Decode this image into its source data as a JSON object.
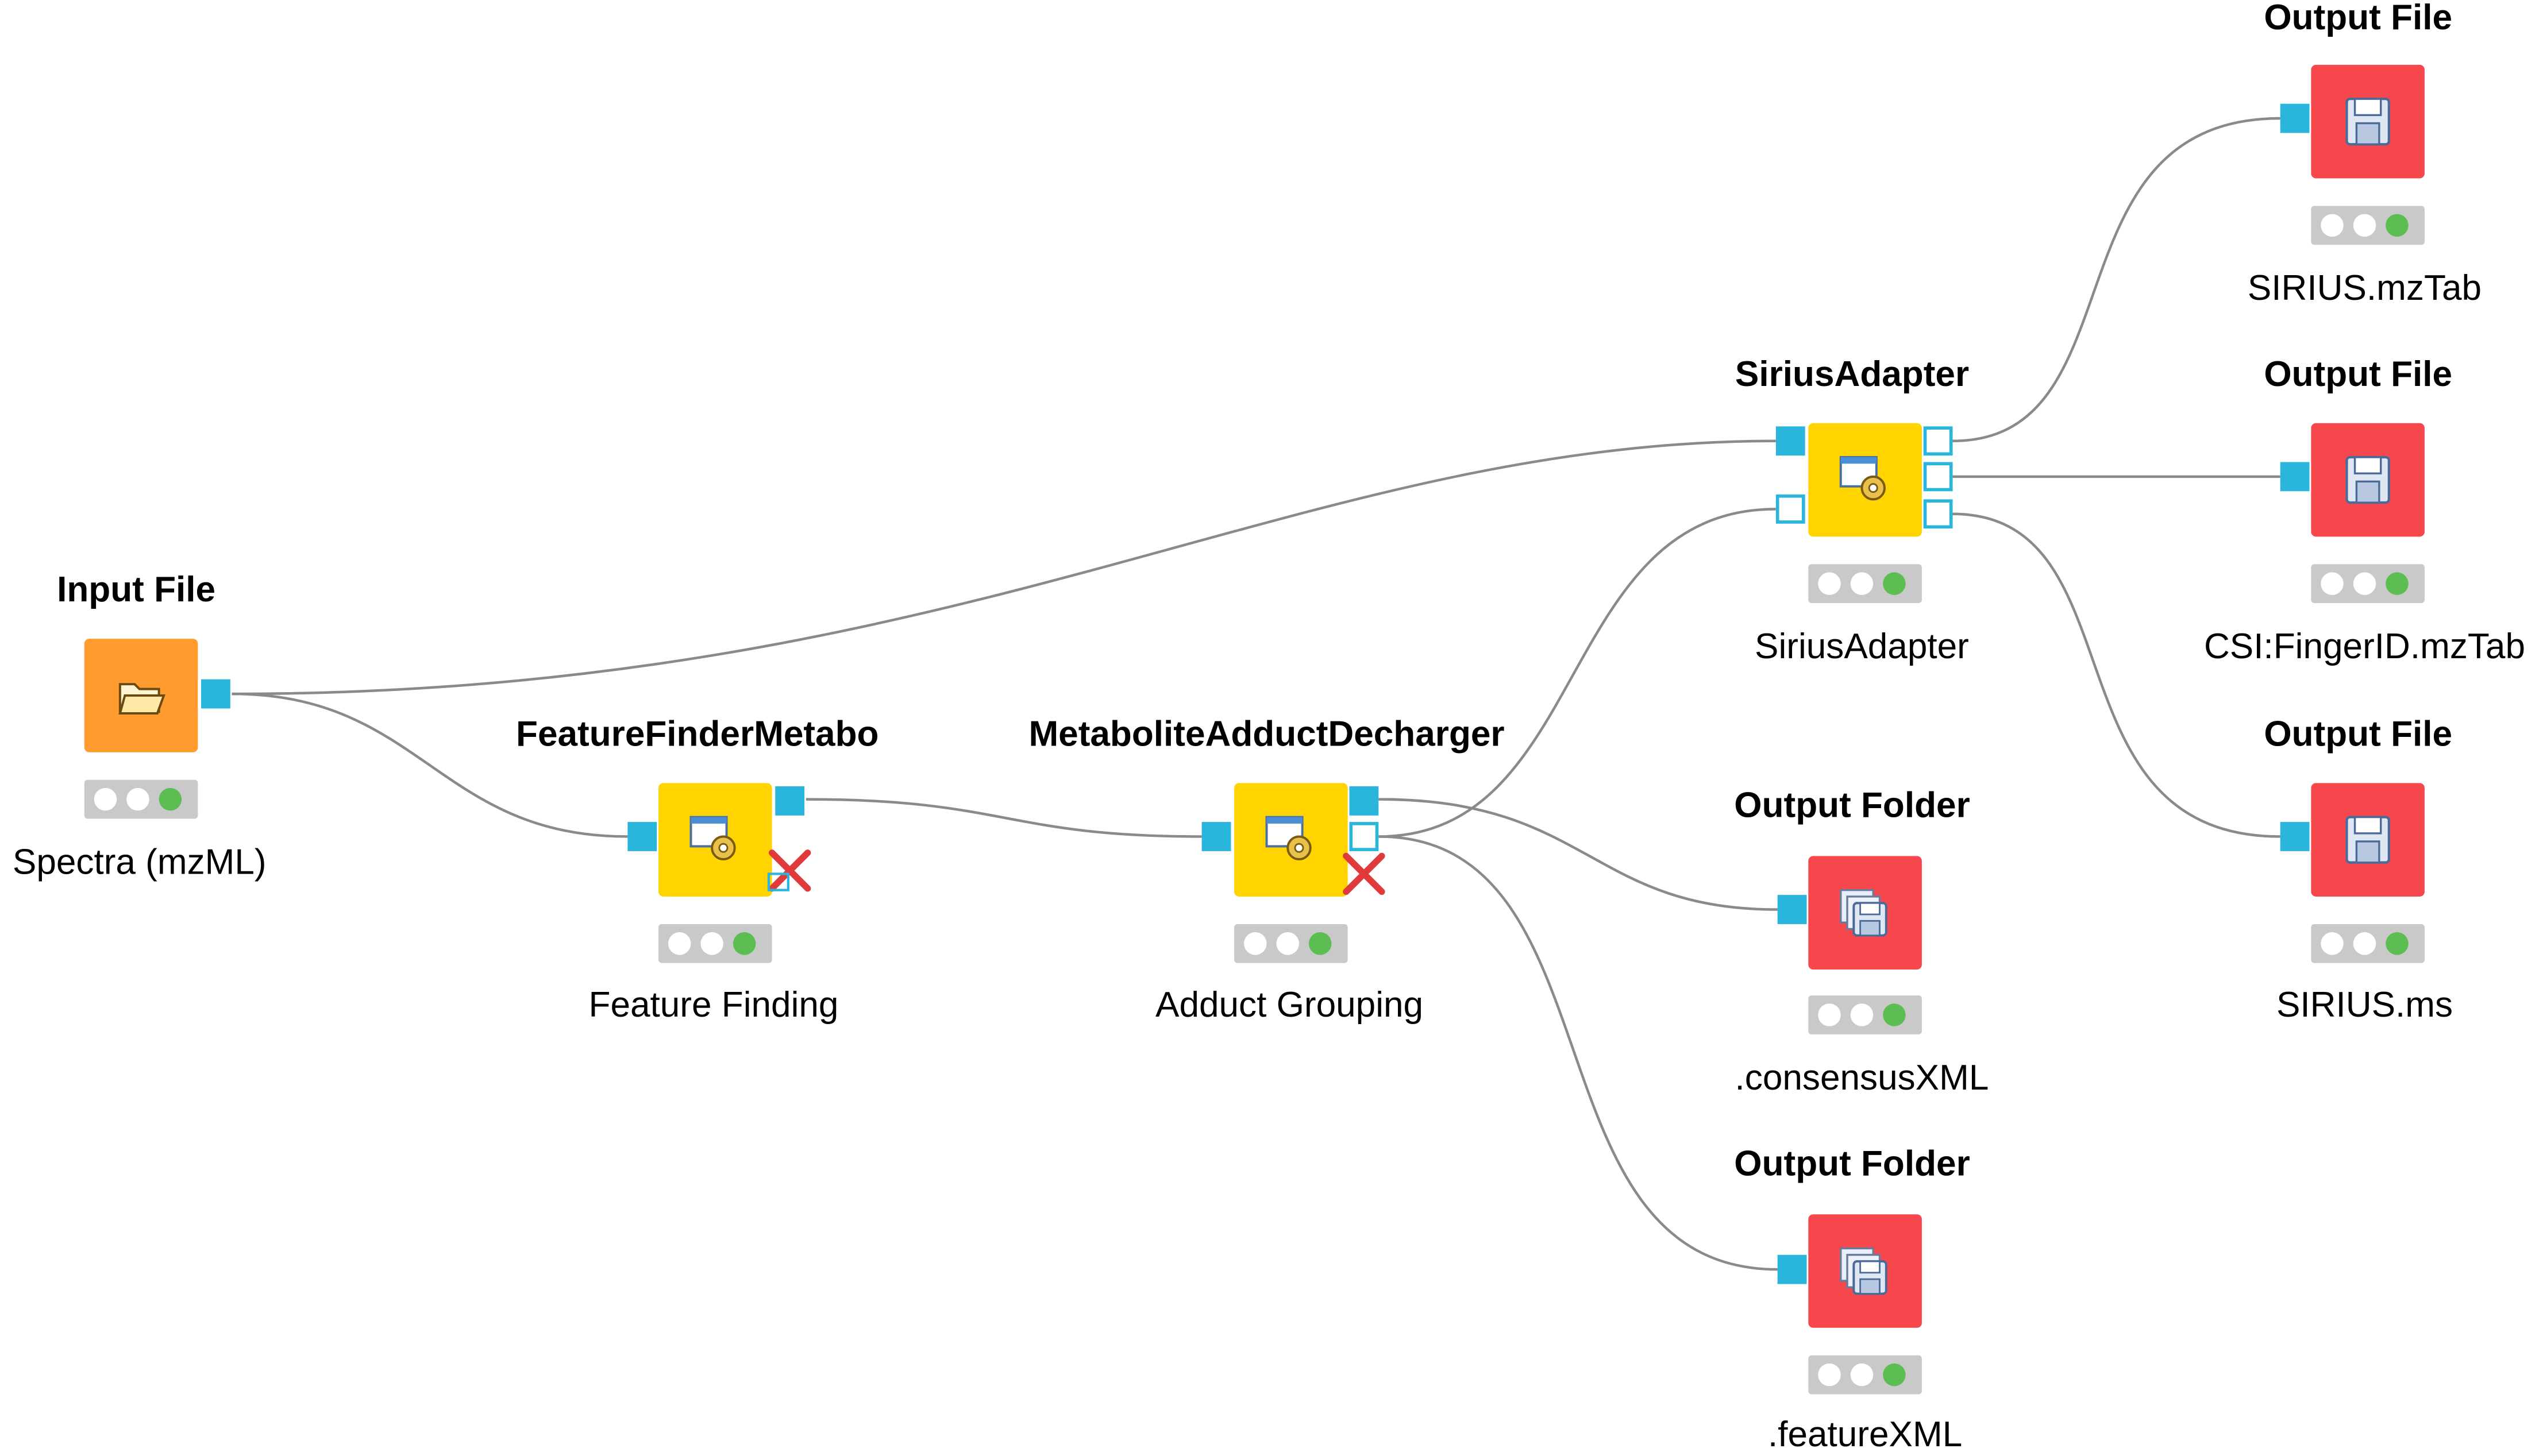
{
  "colors": {
    "port": "#29b5dc",
    "manipulator_node": "#ffd400",
    "source_node": "#ff9b2f",
    "sink_node": "#f6474d",
    "status_ok": "#5cbe52",
    "wire": "#8a8a8a"
  },
  "nodes": {
    "input_file": {
      "title": "Input File",
      "label": "Spectra (mzML)",
      "icon": "open-folder-icon"
    },
    "feature_finder": {
      "title": "FeatureFinderMetabo",
      "label": "Feature Finding",
      "icon": "gear-window-icon"
    },
    "adduct_decharger": {
      "title": "MetaboliteAdductDecharger",
      "label": "Adduct Grouping",
      "icon": "gear-window-icon"
    },
    "sirius_adapter": {
      "title": "SiriusAdapter",
      "label": "SiriusAdapter",
      "icon": "gear-window-icon"
    },
    "out_sirius_mztab": {
      "title": "Output File",
      "label": "SIRIUS.mzTab",
      "icon": "floppy-disk-icon"
    },
    "out_csi_mztab": {
      "title": "Output File",
      "label": "CSI:FingerID.mzTab",
      "icon": "floppy-disk-icon"
    },
    "out_sirius_ms": {
      "title": "Output File",
      "label": "SIRIUS.ms",
      "icon": "floppy-disk-icon"
    },
    "out_consensus": {
      "title": "Output Folder",
      "label": ".consensusXML",
      "icon": "folder-disk-icon"
    },
    "out_feature": {
      "title": "Output Folder",
      "label": ".featureXML",
      "icon": "folder-disk-icon"
    }
  },
  "edges": [
    {
      "from": "input_file",
      "to": "sirius_adapter"
    },
    {
      "from": "input_file",
      "to": "feature_finder"
    },
    {
      "from": "feature_finder",
      "to": "adduct_decharger"
    },
    {
      "from": "adduct_decharger",
      "to": "sirius_adapter"
    },
    {
      "from": "adduct_decharger",
      "to": "out_consensus"
    },
    {
      "from": "adduct_decharger",
      "to": "out_feature"
    },
    {
      "from": "sirius_adapter",
      "to": "out_sirius_mztab"
    },
    {
      "from": "sirius_adapter",
      "to": "out_csi_mztab"
    },
    {
      "from": "sirius_adapter",
      "to": "out_sirius_ms"
    }
  ]
}
